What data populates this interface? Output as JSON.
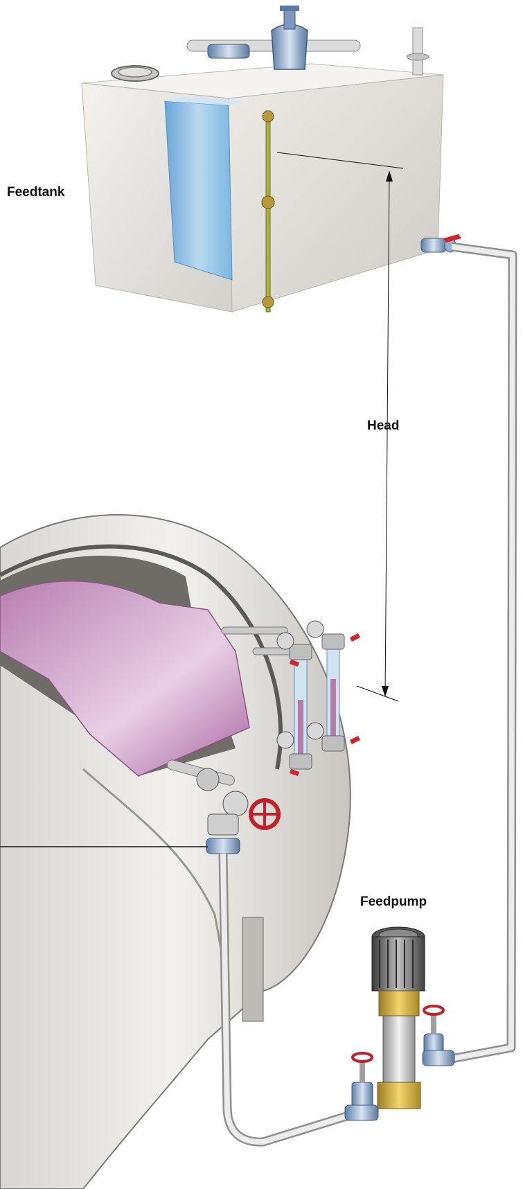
{
  "labels": {
    "feedtank": "Feedtank",
    "head": "Head",
    "feedpump": "Feedpump"
  },
  "colors": {
    "tank_body": "#e8e6e3",
    "water": "#7fb6e0",
    "pipe": "#d9d9d9",
    "valve_handle": "#d2232a",
    "pump_body": "#c9a63a",
    "boiler_lining": "#c98fc0"
  }
}
